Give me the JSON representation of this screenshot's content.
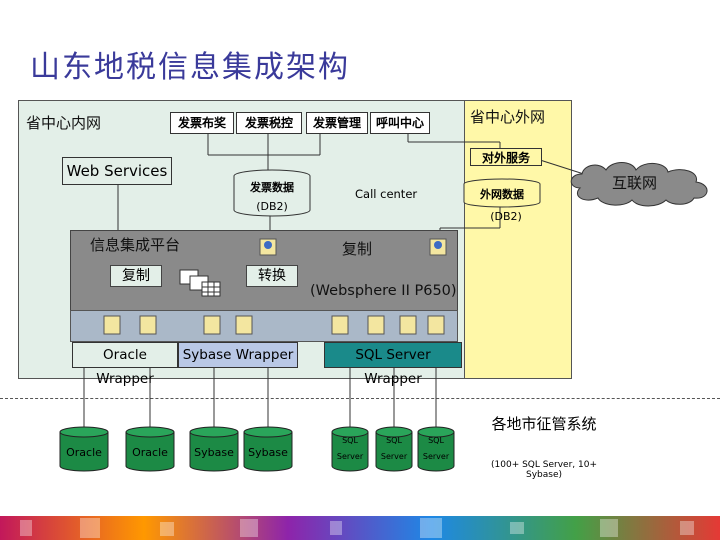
{
  "title": "山东地税信息集成架构",
  "sections": {
    "inner": "省中心内网",
    "outer": "省中心外网"
  },
  "top_apps": [
    "发票布奖",
    "发票税控",
    "发票管理",
    "呼叫中心"
  ],
  "web_services": "Web Services",
  "invoice_db": {
    "label": "发票数据",
    "sub": "(DB2)"
  },
  "call_center": "Call center",
  "external_service": "对外服务",
  "external_db": {
    "label": "外网数据",
    "sub": "(DB2)"
  },
  "internet": "互联网",
  "platform": {
    "label": "信息集成平台",
    "copy_left": "复制",
    "transform": "转换",
    "copy_right": "复制",
    "websphere": "(Websphere II  P650)"
  },
  "wrappers": [
    "Oracle Wrapper",
    "Sybase Wrapper",
    "SQL Server Wrapper"
  ],
  "sources": {
    "oracle": [
      "Oracle",
      "Oracle"
    ],
    "sybase": [
      "Sybase",
      "Sybase"
    ],
    "sql": [
      {
        "top": "SQL",
        "bottom": "Server"
      },
      {
        "top": "SQL",
        "bottom": "Server"
      },
      {
        "top": "SQL",
        "bottom": "Server"
      }
    ]
  },
  "regional": {
    "title": "各地市征管系统",
    "note": "(100+ SQL Server, 10+ Sybase)"
  },
  "colors": {
    "title": "#3a3a9a",
    "inner_bg": "#e3efe8",
    "outer_bg": "#fff8a8",
    "platform": "#8a8a8a",
    "oracle_wrapper": "#e3efe8",
    "sybase_wrapper": "#b9c8e6",
    "sql_wrapper": "#1a8a8a",
    "cylinder": "#1c8a45"
  },
  "icons": [
    "database-icon",
    "table-icon",
    "cloud-icon"
  ]
}
